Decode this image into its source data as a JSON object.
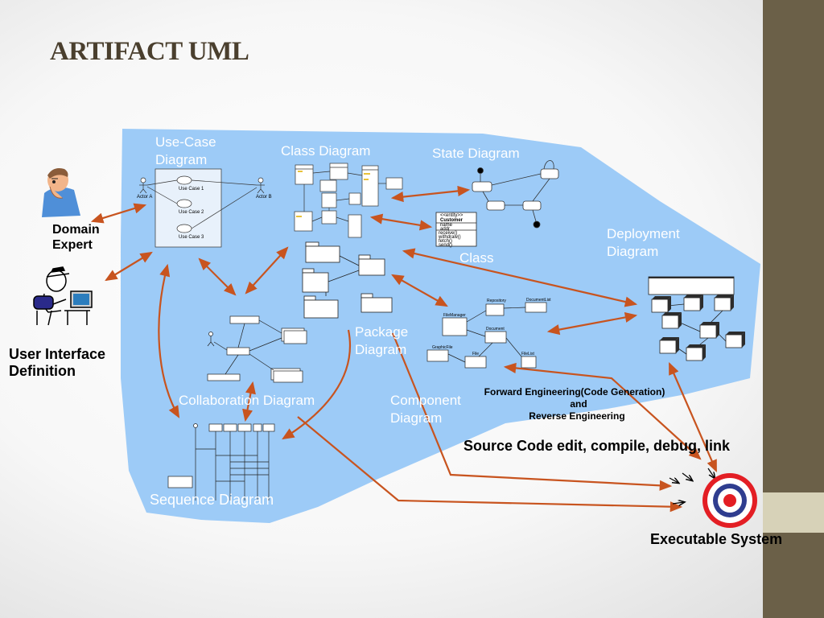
{
  "slide": {
    "title": "ARTIFACT UML",
    "accent_color": "#6b6048",
    "region_color": "#9dcbf7",
    "arrow_color": "#c8541f"
  },
  "diagrams": {
    "use_case": "Use-Case Diagram",
    "class": "Class Diagram",
    "state": "State Diagram",
    "deployment": "Deployment Diagram",
    "class_single": "Class",
    "package": "Package Diagram",
    "collaboration": "Collaboration Diagram",
    "component": "Component Diagram",
    "sequence": "Sequence Diagram"
  },
  "actors": {
    "domain_expert": "Domain Expert",
    "ui_definition": "User Interface Definition"
  },
  "use_case_detail": {
    "actor_a": "Actor A",
    "actor_b": "Actor B",
    "uc1": "Use Case 1",
    "uc2": "Use Case 2",
    "uc3": "Use Case 3"
  },
  "class_detail": {
    "stereotype": "<<entity>>",
    "name": "Customer",
    "attributes": [
      "name",
      "addr"
    ],
    "operations": [
      "receive()",
      "withdraw()",
      "fetch()",
      "send()"
    ]
  },
  "component_detail": {
    "repository": "Repository",
    "document_list": "DocumentList",
    "file_manager": "FileManager",
    "document": "Document",
    "graphic_file": "GraphicFile",
    "file": "File",
    "file_list": "FileList"
  },
  "engineering_note": {
    "line1": "Forward Engineering(Code Generation)",
    "line2": "and",
    "line3": "Reverse Engineering"
  },
  "source_code": "Source Code edit, compile, debug, link",
  "executable": "Executable System"
}
